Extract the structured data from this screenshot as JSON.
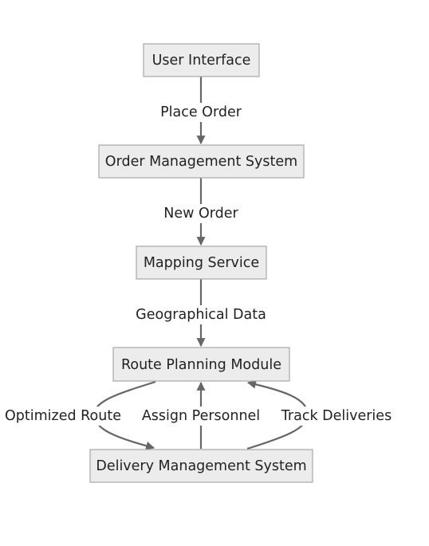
{
  "nodes": {
    "ui": "User Interface",
    "oms": "Order Management System",
    "map": "Mapping Service",
    "rpm": "Route Planning Module",
    "dms": "Delivery Management System"
  },
  "edges": {
    "place_order": "Place Order",
    "new_order": "New Order",
    "geo_data": "Geographical Data",
    "optimized_route": "Optimized Route",
    "assign_personnel": "Assign Personnel",
    "track_deliveries": "Track Deliveries"
  },
  "colors": {
    "node_fill": "#ececec",
    "node_border": "#a8a8a8",
    "edge": "#666666",
    "text": "#222222"
  }
}
